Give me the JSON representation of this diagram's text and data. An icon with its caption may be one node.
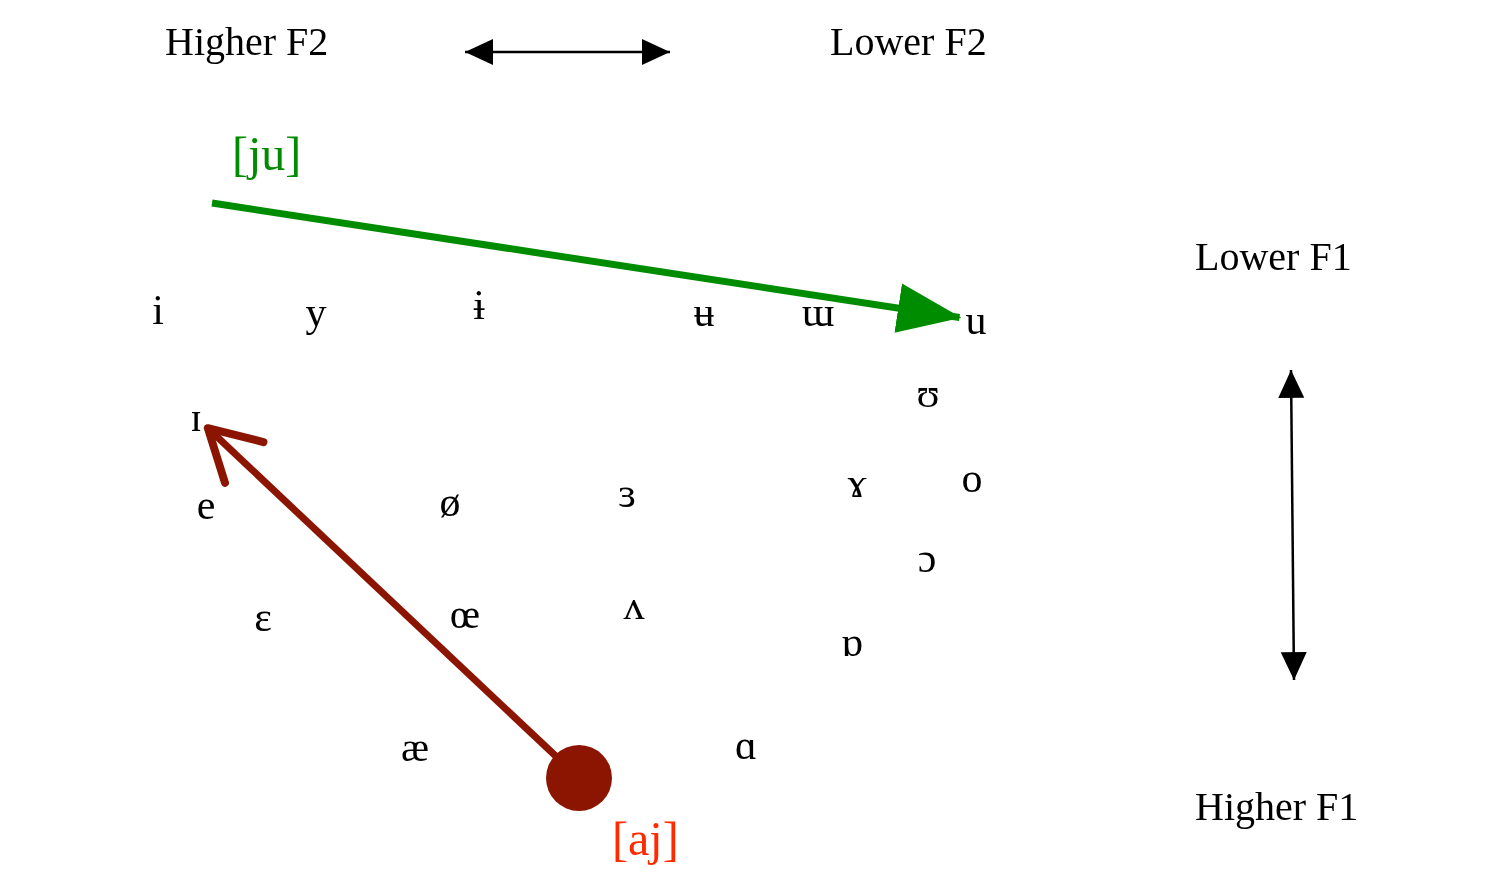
{
  "diagram": {
    "nodes": [
      {
        "text": [
          "u"
        ]
      },
      {
        "text": [
          "ɪ"
        ]
      },
      {
        "text": [],
        "shape": "circle",
        "beside": [
          "[aj]"
        ]
      }
    ],
    "edges": [
      {
        "from": null,
        "to": 0,
        "arrow": "to",
        "label": "[ju]",
        "color": "#008c00"
      },
      {
        "from": 2,
        "to": 1,
        "arrow": "to",
        "color": "#8b1500"
      }
    ],
    "labels": [
      "Higher F2",
      "Lower F2",
      "Lower F1",
      "i",
      "y",
      "ɨ",
      "ʉ",
      "ɯ",
      "ʊ",
      "e",
      "ø",
      "ɜ",
      "ɤ",
      "o",
      "ɔ",
      "ɛ",
      "œ",
      "ʌ",
      "ɒ",
      "æ",
      "ɑ",
      "Higher F1"
    ]
  }
}
